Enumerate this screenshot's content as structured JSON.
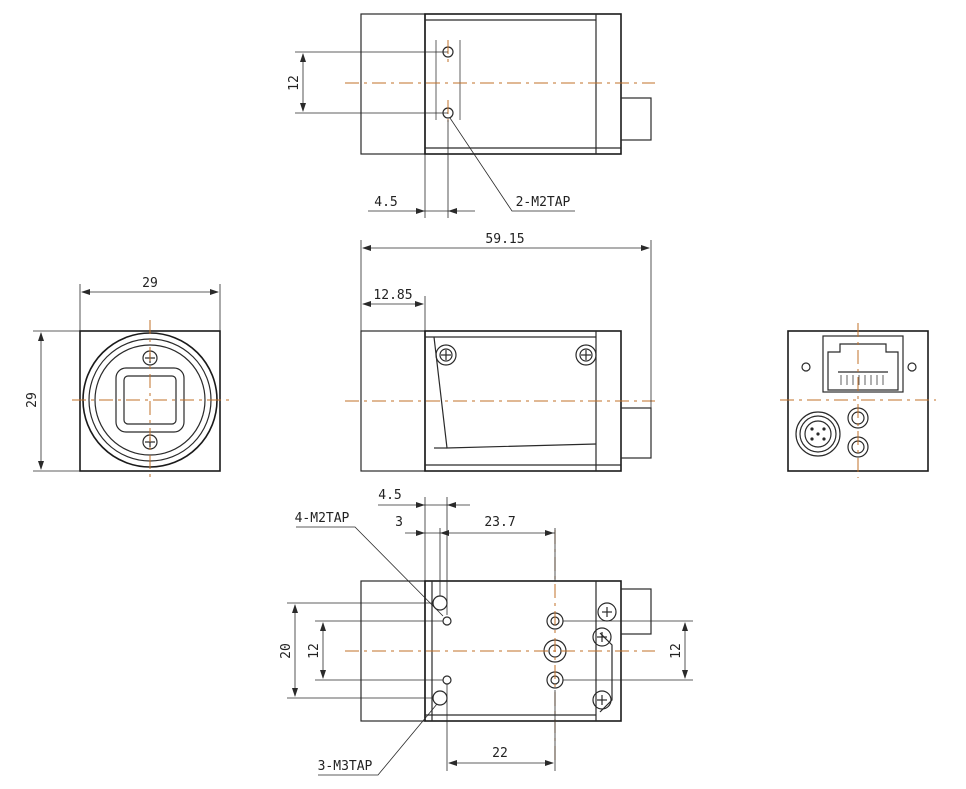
{
  "colors": {
    "outline": "#1a1a1a",
    "center_line": "#c0702a",
    "background": "#ffffff"
  },
  "dimensions": {
    "top_height_12": "12",
    "top_offset_4_5": "4.5",
    "length_59_15": "59.15",
    "front_len_12_85": "12.85",
    "width_29": "29",
    "height_29": "29",
    "bottom_4_5": "4.5",
    "bottom_3": "3",
    "bottom_23_7": "23.7",
    "bottom_20": "20",
    "bottom_left_12": "12",
    "bottom_right_12": "12",
    "bottom_22": "22"
  },
  "labels": {
    "top_tap": "2-M2TAP",
    "bottom_tap_4": "4-M2TAP",
    "bottom_tap_3": "3-M3TAP"
  }
}
